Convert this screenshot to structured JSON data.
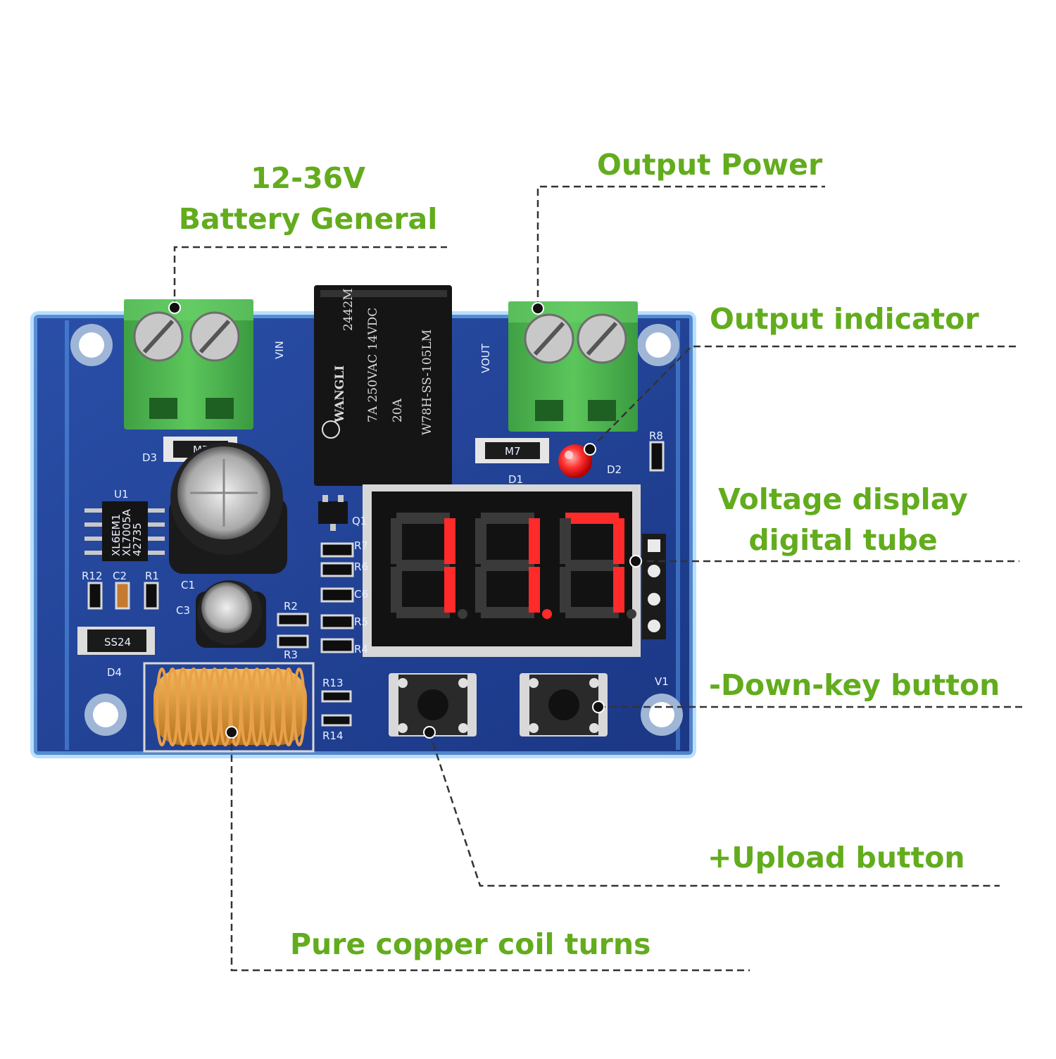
{
  "labels": {
    "battery_voltage": "12-36V",
    "battery_general": "Battery General",
    "output_power": "Output Power",
    "output_indicator": "Output indicator",
    "voltage_display_line1": "Voltage display",
    "voltage_display_line2": "digital tube",
    "down_key": "-Down-key button",
    "upload": "+Upload button",
    "coil": "Pure copper coil turns"
  },
  "board": {
    "display_reading": "11.7",
    "relay_brand": "WANGLI",
    "relay_code": "2442M",
    "relay_spec_1": "7A  250VAC  14VDC",
    "relay_spec_2": "20A",
    "relay_model": "W78H-SS-105LM",
    "vin_label": "VIN",
    "vout_label": "VOUT",
    "designators": [
      "D3",
      "D1",
      "D2",
      "R8",
      "U1",
      "Q1",
      "R7",
      "R6",
      "C6",
      "R5",
      "R4",
      "R12",
      "C2",
      "R1",
      "C1",
      "C3",
      "R2",
      "R3",
      "D4",
      "R13",
      "R14",
      "V1"
    ],
    "chip_text": [
      "XL6EM1",
      "XL7005A",
      "42735"
    ],
    "diode_text": "M7",
    "schottky_text": "SS24"
  },
  "colors": {
    "label_green": "#62ac1d",
    "pcb_blue": "#1f3f95",
    "terminal_green": "#4cb54d",
    "led_red": "#ff2a2a",
    "coil_copper": "#d98a2e"
  }
}
